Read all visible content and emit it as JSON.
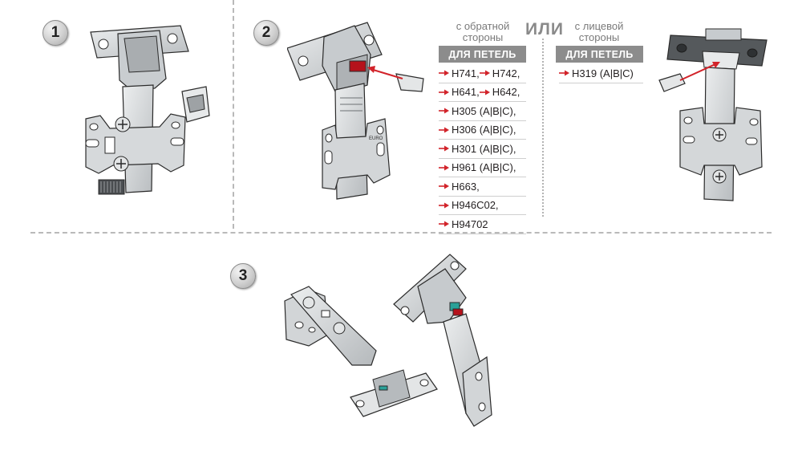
{
  "steps": [
    "1",
    "2",
    "3"
  ],
  "captions": {
    "back": "с обратной стороны",
    "or": "ИЛИ",
    "front": "с лицевой стороны"
  },
  "headers": {
    "left": "ДЛЯ ПЕТЕЛЬ",
    "right": "ДЛЯ ПЕТЕЛЬ"
  },
  "left_list": [
    {
      "parts": [
        "H741,",
        "H742,"
      ]
    },
    {
      "parts": [
        "H641,",
        "H642,"
      ]
    },
    {
      "parts": [
        "H305 (A|B|C),"
      ]
    },
    {
      "parts": [
        "H306 (A|B|C),"
      ]
    },
    {
      "parts": [
        "H301 (A|B|C),"
      ]
    },
    {
      "parts": [
        "H961 (A|B|C),"
      ]
    },
    {
      "parts": [
        "H663,"
      ]
    },
    {
      "parts": [
        "H946C02,"
      ]
    },
    {
      "parts": [
        "H94702"
      ]
    }
  ],
  "right_list": [
    {
      "parts": [
        "H319 (A|B|C)"
      ]
    }
  ],
  "stamp_text": "EURO",
  "colors": {
    "arrow": "#d2232a",
    "header_bg": "#8c8c8c",
    "insert_red": "#b5121b",
    "insert_teal": "#2aa198",
    "metal": "#cfd2d4",
    "outline": "#2b2b2b"
  }
}
